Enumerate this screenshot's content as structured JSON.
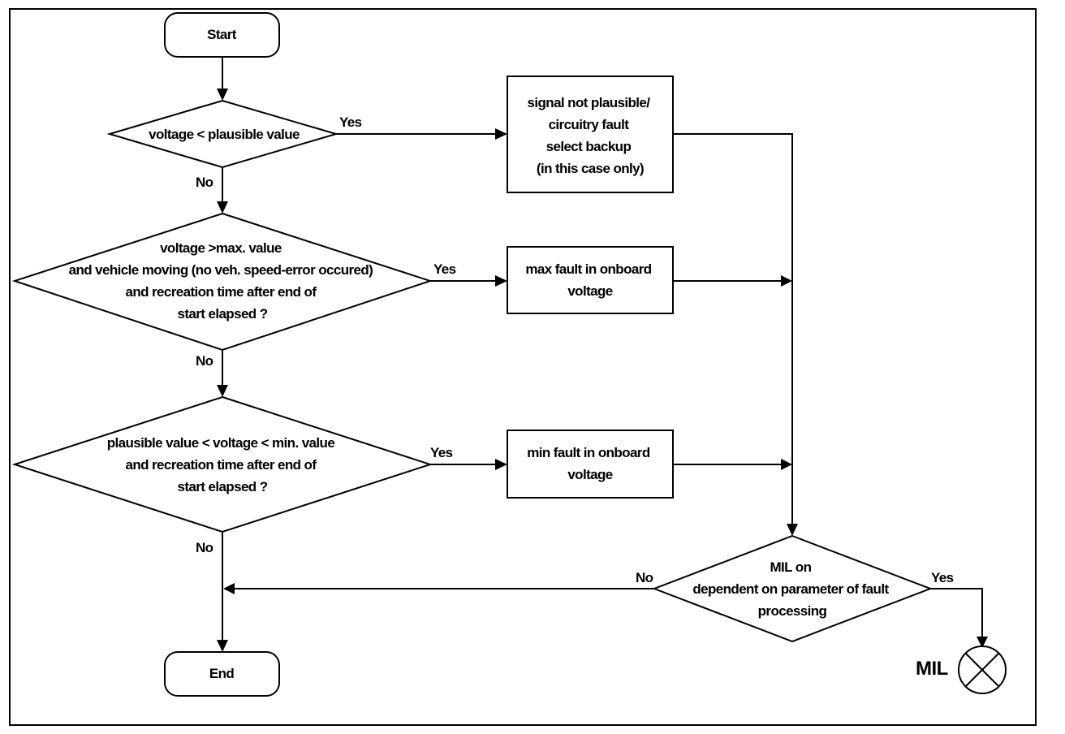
{
  "nodes": {
    "start": "Start",
    "end": "End",
    "d1": [
      "voltage < plausible value"
    ],
    "d2": [
      "voltage >max. value",
      "and vehicle moving (no veh. speed-error occured)",
      "and recreation time  after end of",
      "start elapsed ?"
    ],
    "d3": [
      "plausible value < voltage < min. value",
      "and recreation time after end of",
      "start elapsed ?"
    ],
    "d4": [
      "MIL on",
      "dependent on parameter of fault",
      "processing"
    ],
    "b1": [
      "signal not plausible/",
      "circuitry fault",
      "select backup",
      "(in this case only)"
    ],
    "b2": [
      "max fault in onboard",
      "voltage"
    ],
    "b3": [
      "min fault in onboard",
      "voltage"
    ],
    "mil": "MIL"
  },
  "edges": {
    "d1_yes": "Yes",
    "d1_no": "No",
    "d2_yes": "Yes",
    "d2_no": "No",
    "d3_yes": "Yes",
    "d3_no": "No",
    "d4_no": "No",
    "d4_yes": "Yes"
  }
}
